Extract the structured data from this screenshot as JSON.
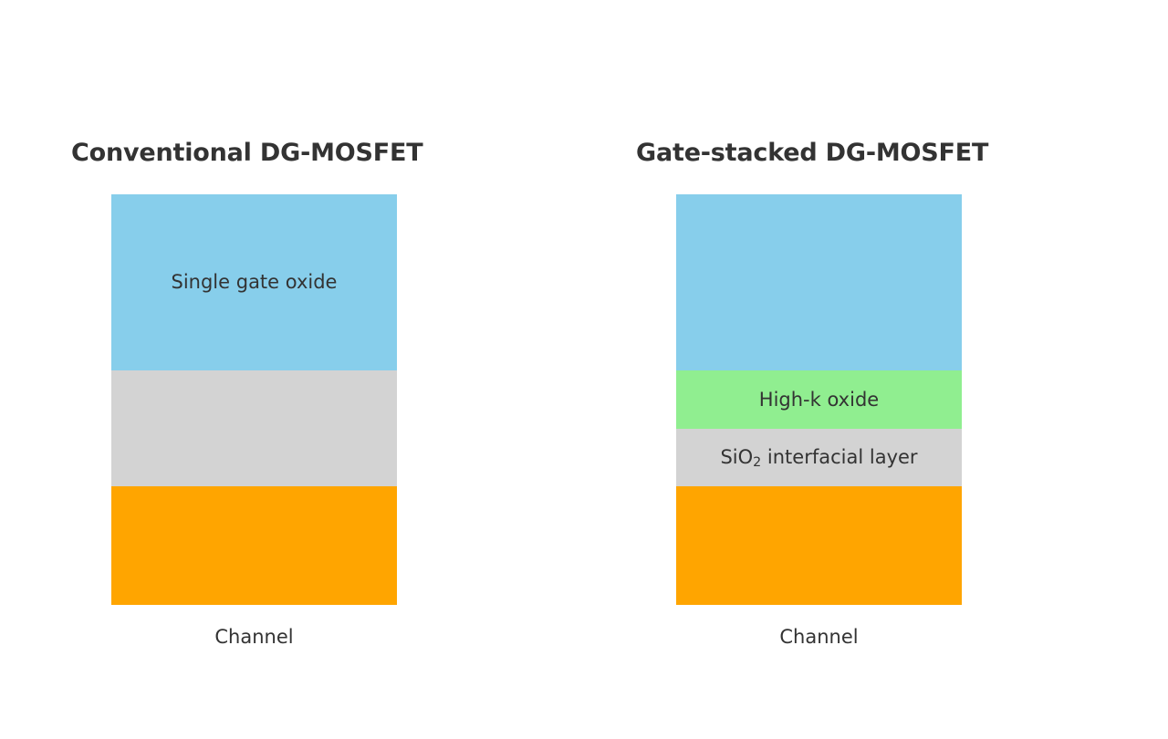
{
  "figure": {
    "background_color": "#ffffff",
    "text_color": "#333333"
  },
  "palette": {
    "gate_metal": "#87CEEB",
    "high_k_oxide": "#90EE90",
    "interfacial_oxide": "#D3D3D3",
    "channel": "#FFA500"
  },
  "panels": [
    {
      "id": "conventional",
      "title": "Conventional DG-MOSFET",
      "layers": [
        {
          "name": "gate-electrode",
          "label": "",
          "color": "#87CEEB"
        },
        {
          "name": "single-gate-oxide",
          "label": "Single gate oxide",
          "color": "#87CEEB"
        },
        {
          "name": "oxide-layer",
          "label": "",
          "color": "#D3D3D3"
        },
        {
          "name": "channel-layer",
          "label": "",
          "color": "#FFA500"
        }
      ],
      "gate_label": "Single gate oxide",
      "caption": "Channel"
    },
    {
      "id": "gate-stacked",
      "title": "Gate-stacked DG-MOSFET",
      "layers": [
        {
          "name": "gate-electrode",
          "label": "",
          "color": "#87CEEB"
        },
        {
          "name": "high-k-oxide",
          "label": "High-k oxide",
          "color": "#90EE90"
        },
        {
          "name": "sio2-interfacial",
          "label_prefix": "SiO",
          "label_sub": "2",
          "label_suffix": " interfacial layer",
          "color": "#D3D3D3"
        },
        {
          "name": "channel-layer",
          "label": "",
          "color": "#FFA500"
        }
      ],
      "high_k_label": "High-k oxide",
      "il_label_prefix": "SiO",
      "il_label_sub": "2",
      "il_label_suffix": " interfacial layer",
      "caption": "Channel"
    }
  ]
}
